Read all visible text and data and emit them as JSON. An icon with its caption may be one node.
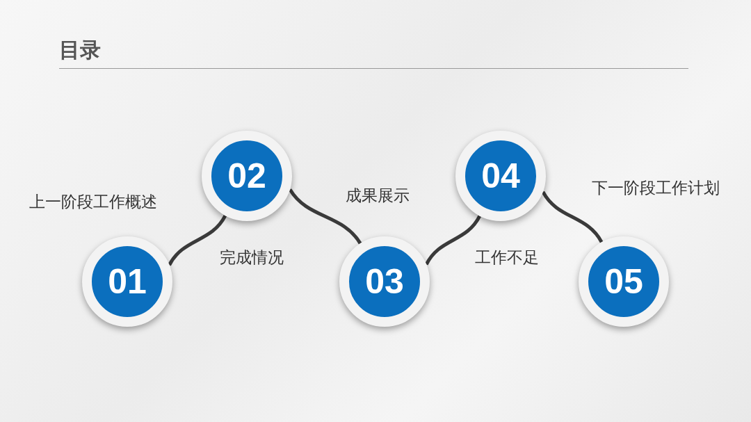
{
  "diagram": {
    "title": "目录",
    "nodes": [
      {
        "text": [
          "01"
        ],
        "beside": [
          "上一阶段工作概述"
        ]
      },
      {
        "text": [
          "02"
        ],
        "beside": [
          "完成情况"
        ]
      },
      {
        "text": [
          "03"
        ],
        "beside": [
          "成果展示"
        ]
      },
      {
        "text": [
          "04"
        ],
        "beside": [
          "工作不足"
        ]
      },
      {
        "text": [
          "05"
        ],
        "beside": [
          "下一阶段工作计划"
        ]
      }
    ],
    "edges": [
      {
        "from": 0,
        "to": 1,
        "arrow": "none"
      },
      {
        "from": 1,
        "to": 2,
        "arrow": "none"
      },
      {
        "from": 2,
        "to": 3,
        "arrow": "none"
      },
      {
        "from": 3,
        "to": 4,
        "arrow": "none"
      }
    ]
  }
}
